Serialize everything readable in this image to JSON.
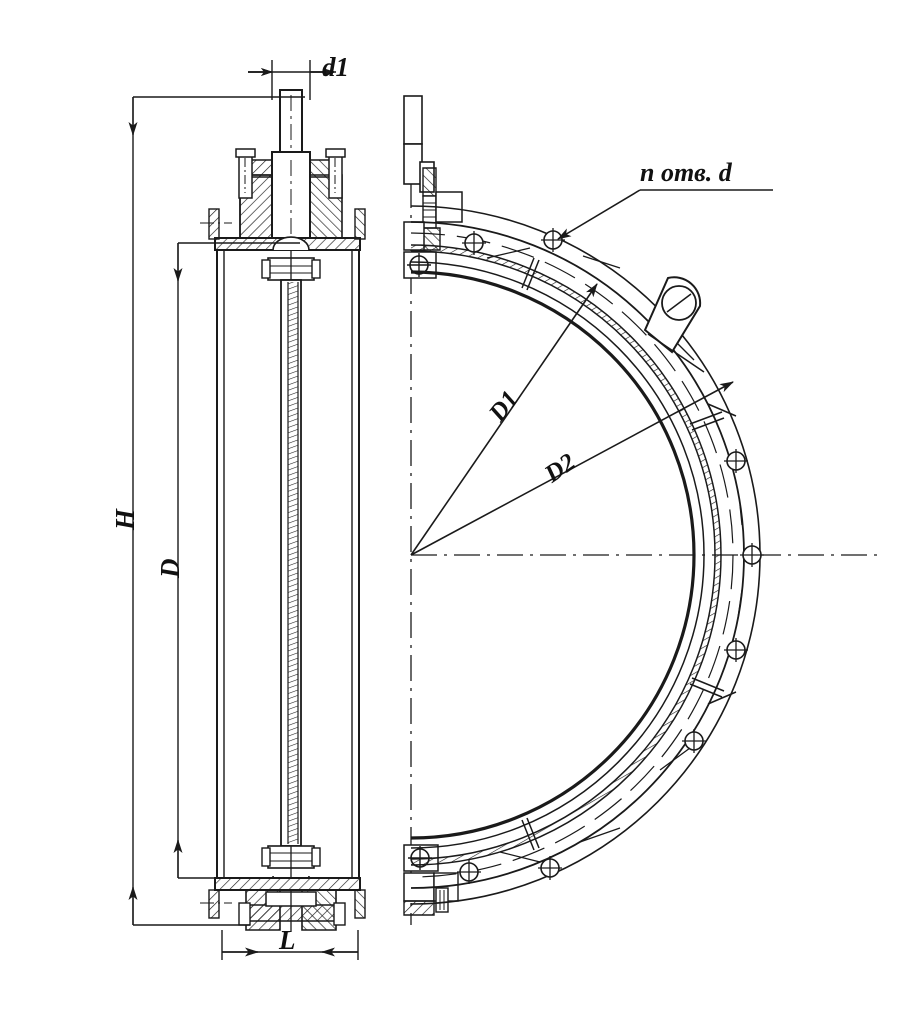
{
  "drawing": {
    "title": "Butterfly valve assembly drawing",
    "language": "ru",
    "line_color": "#1a1a1a",
    "background": "#ffffff"
  },
  "dimensions": {
    "stem_diameter": "d1",
    "overall_height": "H",
    "body_diameter": "D",
    "face_to_face_length": "L",
    "bolt_circle_diameter": "D1",
    "flange_outer_diameter": "D2"
  },
  "annotations": {
    "holes_note": "n отв. d"
  },
  "views": {
    "left": {
      "name": "section-view",
      "labels": [
        "d1",
        "H",
        "D",
        "L"
      ]
    },
    "right": {
      "name": "front-half-view",
      "labels": [
        "D1",
        "D2",
        "n отв. d"
      ]
    }
  }
}
